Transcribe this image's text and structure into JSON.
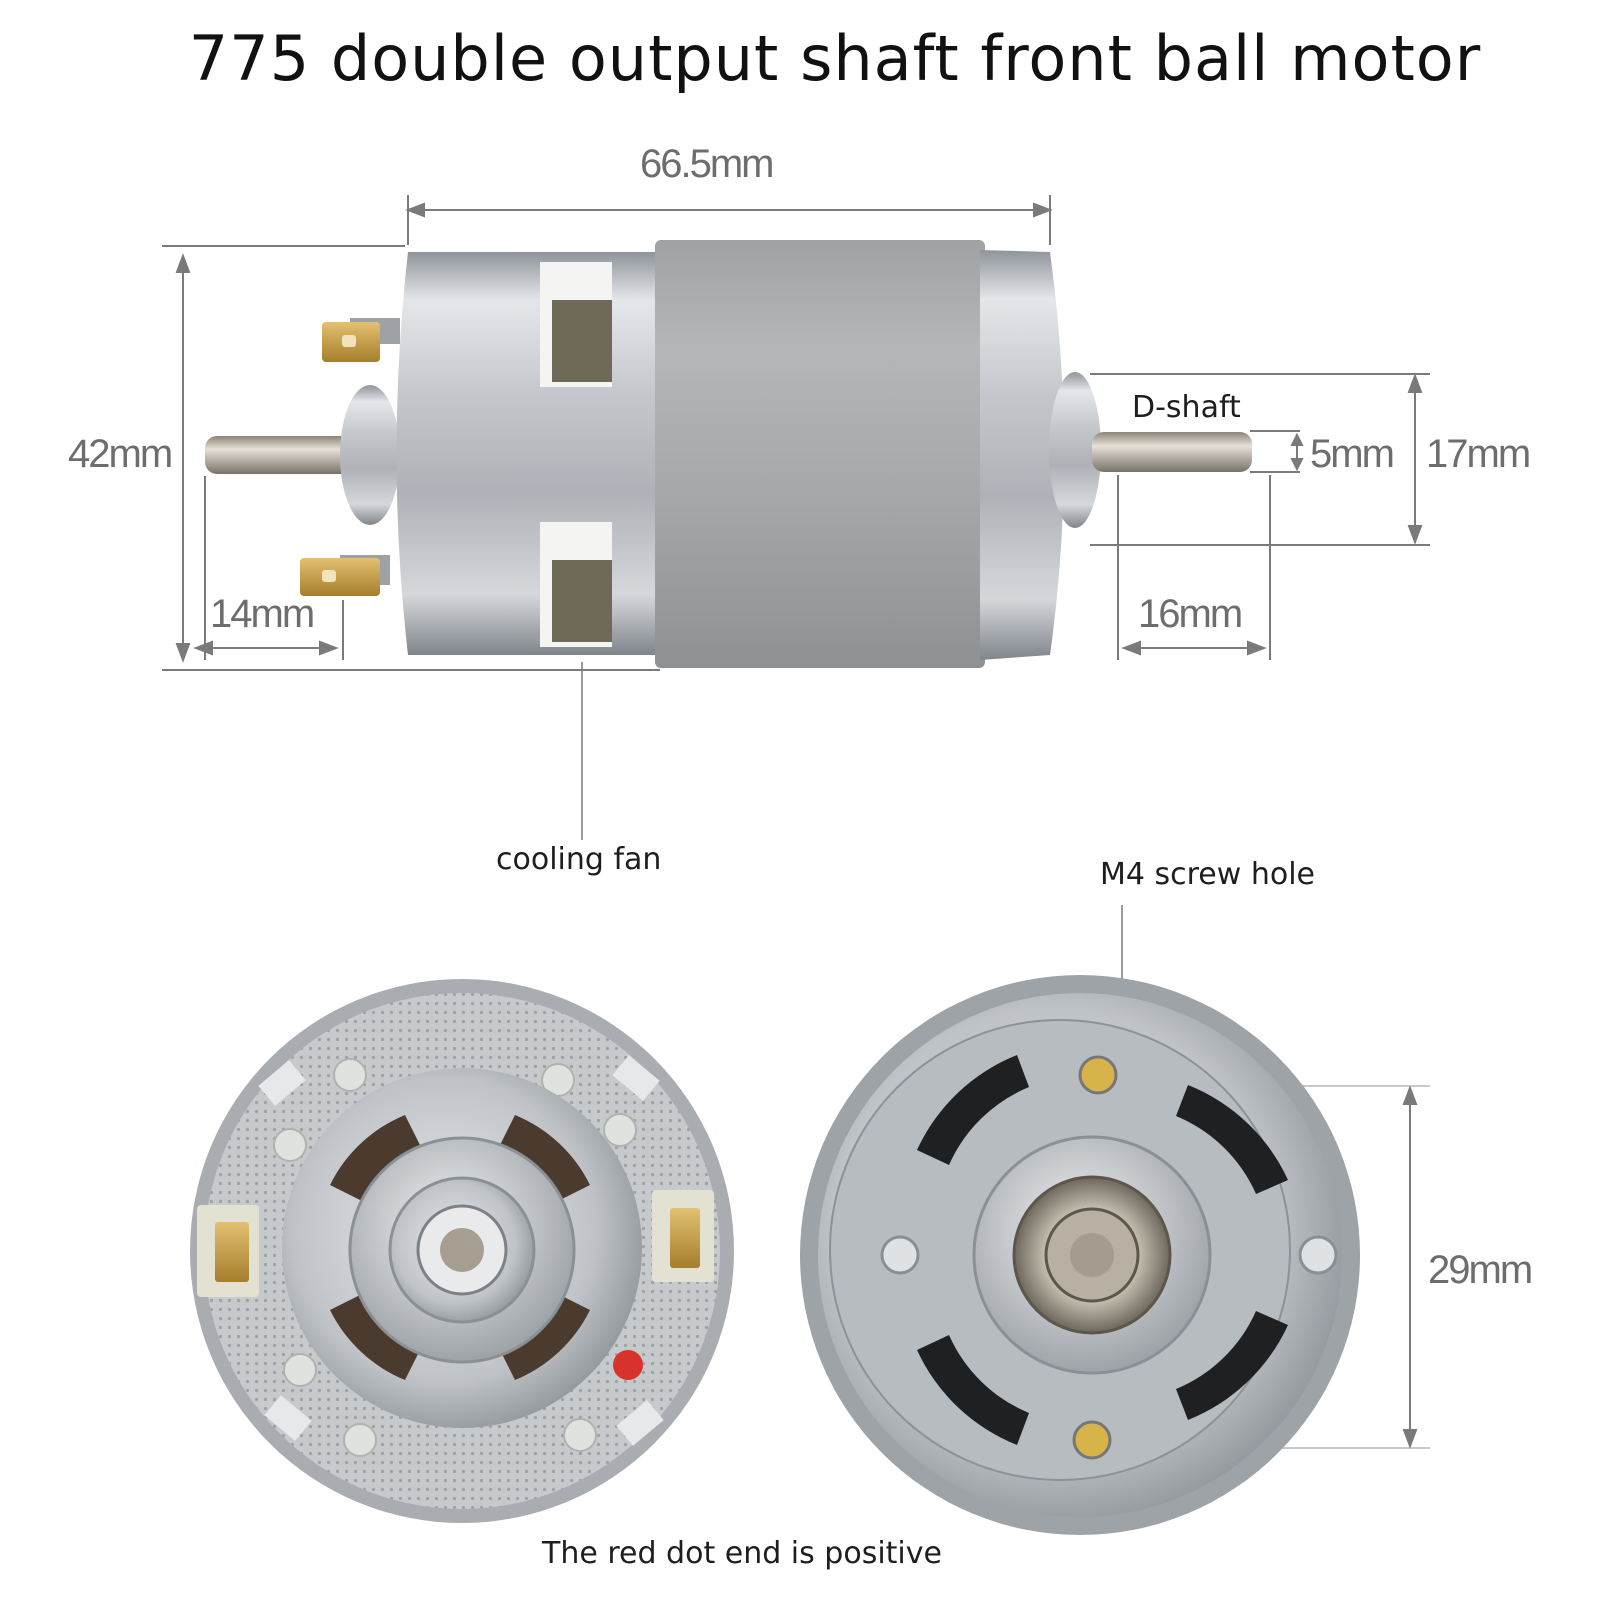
{
  "title": "775 double output shaft front ball motor",
  "dimensions": {
    "length": "66.5mm",
    "diameter": "42mm",
    "rear_shaft": "14mm",
    "front_shaft": "16mm",
    "shaft_diameter": "5mm",
    "boss_diameter": "17mm",
    "hole_spacing": "29mm"
  },
  "callouts": {
    "d_shaft": "D-shaft",
    "cooling_fan": "cooling fan",
    "screw_hole": "M4 screw hole",
    "polarity": "The red dot end is positive"
  },
  "colors": {
    "can_silver": "#b9bdc2",
    "band_gray": "#a6a8ab",
    "terminal_brass": "#c9a24a",
    "red_dot": "#d8322c",
    "dim_line": "#7a7a7a"
  }
}
